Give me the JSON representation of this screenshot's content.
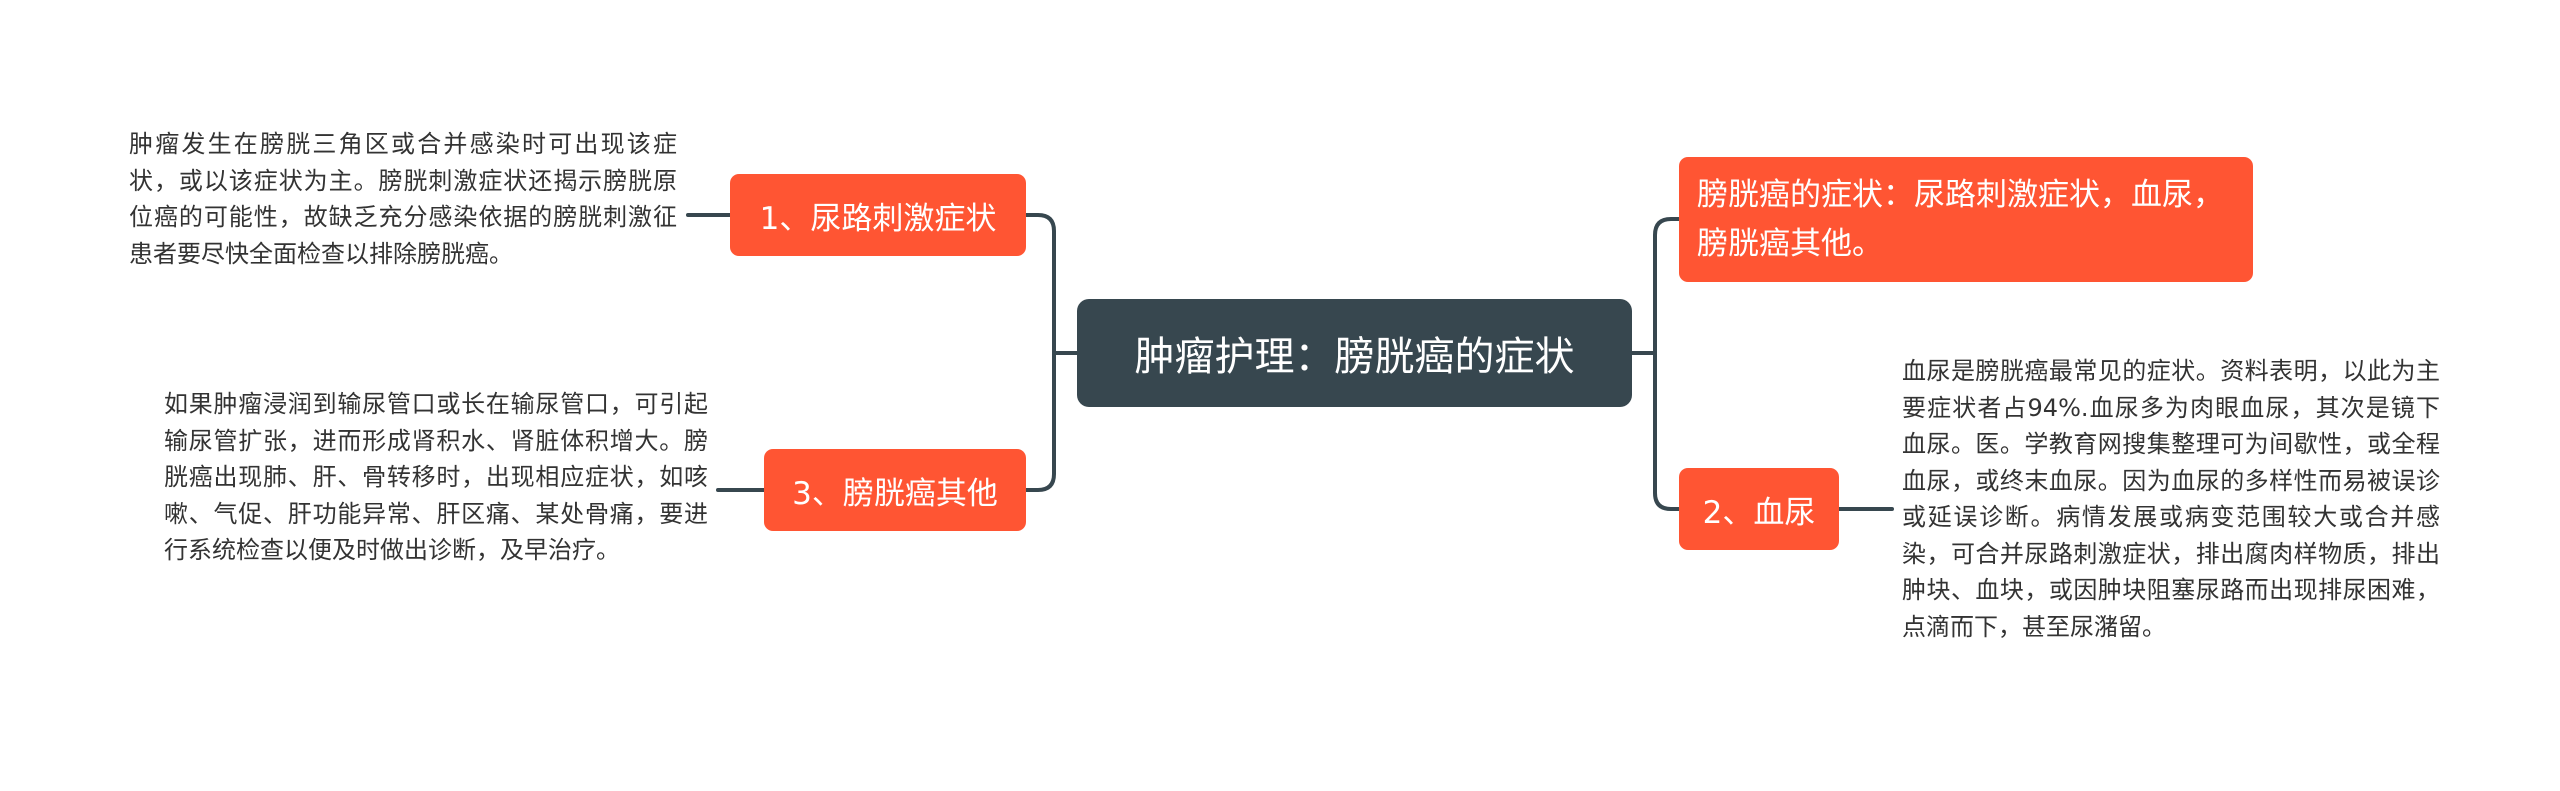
{
  "mindmap": {
    "central": "肿瘤护理：膀胱癌的症状",
    "branches": {
      "urinary_irritation": {
        "label": "1、尿路刺激症状",
        "note": "肿瘤发生在膀胱三角区或合并感染时可出现该症状，或以该症状为主。膀胱刺激症状还揭示膀胱原位癌的可能性，故缺乏充分感染依据的膀胱刺激征患者要尽快全面检查以排除膀胱癌。"
      },
      "other": {
        "label": "3、膀胱癌其他",
        "note": "如果肿瘤浸润到输尿管口或长在输尿管口，可引起输尿管扩张，进而形成肾积水、肾脏体积增大。膀胱癌出现肺、肝、骨转移时，出现相应症状，如咳嗽、气促、肝功能异常、肝区痛、某处骨痛，要进行系统检查以便及时做出诊断，及早治疗。"
      },
      "summary": {
        "label": "膀胱癌的症状：尿路刺激症状，血尿，膀胱癌其他。"
      },
      "hematuria": {
        "label": "2、血尿",
        "note": "血尿是膀胱癌最常见的症状。资料表明，以此为主要症状者占94%.血尿多为肉眼血尿，其次是镜下血尿。医。学教育网搜集整理可为间歇性，或全程血尿，或终末血尿。因为血尿的多样性而易被误诊或延误诊断。病情发展或病变范围较大或合并感染，可合并尿路刺激症状，排出腐肉样物质，排出肿块、血块，或因肿块阻塞尿路而出现排尿困难，点滴而下，甚至尿潴留。"
      }
    },
    "colors": {
      "central_bg": "#37474f",
      "branch_bg": "#ff5533",
      "connector": "#37474f",
      "note_text": "#333333"
    }
  }
}
